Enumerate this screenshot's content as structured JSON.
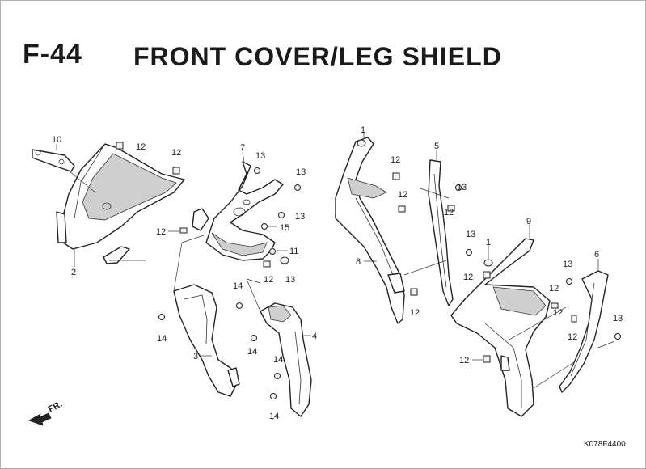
{
  "header": {
    "section": "F-44",
    "title": "FRONT COVER/LEG SHIELD"
  },
  "footer": {
    "code": "K078F4400"
  },
  "direction_label": "FR.",
  "callouts": {
    "c10": "10",
    "c12a": "12",
    "c12b": "12",
    "c2": "2",
    "c7": "7",
    "c13a": "13",
    "c13b": "13",
    "c13c": "13",
    "c12c": "12",
    "c15": "15",
    "c11": "11",
    "c12d": "12",
    "c13d": "13",
    "c14a": "14",
    "c14b": "14",
    "c14c": "14",
    "c14d": "14",
    "c14e": "14",
    "c3": "3",
    "c4": "4",
    "c1a": "1",
    "c12e": "12",
    "c12f": "12",
    "c5": "5",
    "c13e": "13",
    "c12g": "12",
    "c8": "8",
    "c13f": "13",
    "c12h": "12",
    "c12i": "12",
    "c1b": "1",
    "c12j": "12",
    "c9": "9",
    "c13g": "13",
    "c6": "6",
    "c12k": "12",
    "c12l": "12",
    "c13h": "13",
    "c12m": "12"
  }
}
